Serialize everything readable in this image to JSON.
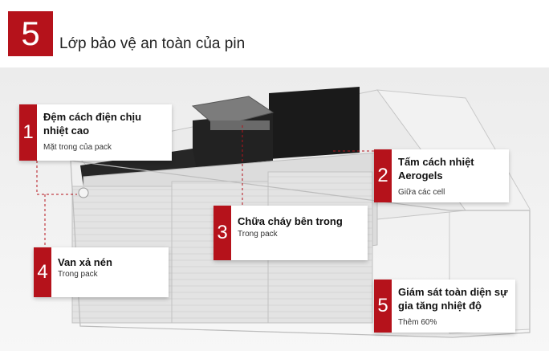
{
  "header": {
    "number": "5",
    "title": "Lớp bảo vệ an toàn của pin"
  },
  "callouts": [
    {
      "number": "1",
      "title": "Đệm cách điện chịu nhiệt cao",
      "subtitle": "Mặt trong của pack"
    },
    {
      "number": "2",
      "title": "Tấm cách nhiệt Aerogels",
      "subtitle": "Giữa các cell"
    },
    {
      "number": "3",
      "title": "Chữa cháy bên trong",
      "subtitle": "Trong pack"
    },
    {
      "number": "4",
      "title": "Van xả nén",
      "subtitle": "Trong pack"
    },
    {
      "number": "5",
      "title": "Giám sát toàn diện sự gia tăng nhiệt độ",
      "subtitle": "Thêm 60%"
    }
  ],
  "colors": {
    "accent": "#b5121b"
  }
}
